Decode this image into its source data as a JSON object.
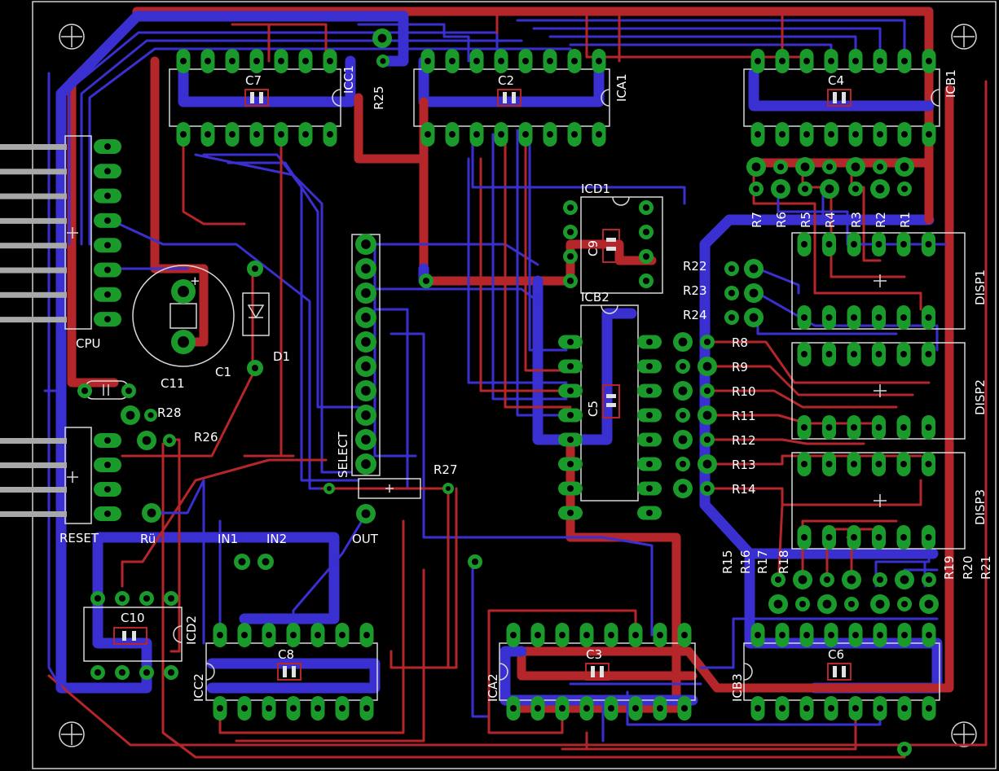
{
  "board": {
    "background": "#000000",
    "colors": {
      "top_copper": "#b4262a",
      "bottom_copper": "#3a2fd0",
      "pad": "#1a9a2a",
      "silkscreen": "#ffffff"
    }
  },
  "labels": {
    "cpu": "CPU",
    "reset": "RESET",
    "ru": "Rü",
    "in1": "IN1",
    "in2": "IN2",
    "out": "OUT",
    "select": "SELECT",
    "c1": "C1",
    "c2": "C2",
    "c3": "C3",
    "c4": "C4",
    "c5": "C5",
    "c6": "C6",
    "c7": "C7",
    "c8": "C8",
    "c9": "C9",
    "c10": "C10",
    "c11": "C11",
    "d1": "D1",
    "icc1": "ICC1",
    "ica1": "ICA1",
    "icb1": "ICB1",
    "icd1": "ICD1",
    "icb2": "ICB2",
    "icd2": "ICD2",
    "icc2": "ICC2",
    "ica2": "ICA2",
    "icb3": "ICB3",
    "disp1": "DISP1",
    "disp2": "DISP2",
    "disp3": "DISP3",
    "r1": "R1",
    "r2": "R2",
    "r3": "R3",
    "r4": "R4",
    "r5": "R5",
    "r6": "R6",
    "r7": "R7",
    "r8": "R8",
    "r9": "R9",
    "r10": "R10",
    "r11": "R11",
    "r12": "R12",
    "r13": "R13",
    "r14": "R14",
    "r15": "R15",
    "r16": "R16",
    "r17": "R17",
    "r18": "R18",
    "r19": "R19",
    "r20": "R20",
    "r21": "R21",
    "r22": "R22",
    "r23": "R23",
    "r24": "R24",
    "r25": "R25",
    "r26": "R26",
    "r27": "R27",
    "r28": "R28"
  }
}
